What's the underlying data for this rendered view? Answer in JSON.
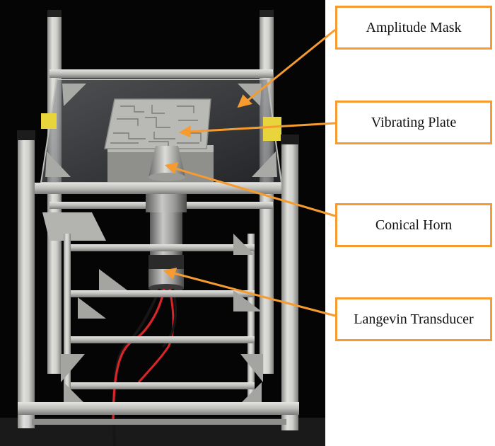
{
  "labels": {
    "amplitude_mask": "Amplitude Mask",
    "vibrating_plate": "Vibrating Plate",
    "conical_horn": "Conical Horn",
    "langevin_transducer": "Langevin Transducer"
  },
  "colors": {
    "callout_orange": "#f59b2f",
    "background_black": "#000000",
    "frame_aluminum": "#c9c9c6",
    "wire_red": "#d8242a",
    "wire_black": "#161616"
  }
}
